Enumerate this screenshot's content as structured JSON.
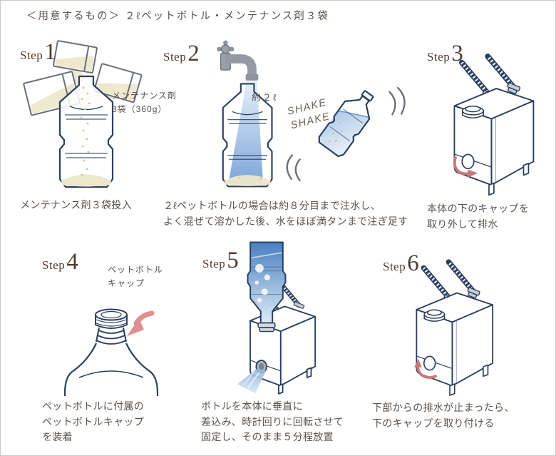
{
  "title": "＜用意するもの＞ ２ℓペットボトル・メンテナンス剤３袋",
  "steps": [
    {
      "prefix": "Step",
      "number": "1",
      "annotation": "メンテナンス剤\n3袋（360g）",
      "caption": "メンテナンス剤３袋投入"
    },
    {
      "prefix": "Step",
      "number": "2",
      "annotation": "約２ℓ",
      "shake": "SHAKE\nSHAKE",
      "caption": "２ℓペットボトルの場合は約８分目まで注水し、\nよく混ぜて溶かした後、水をほぼ満タンまで注ぎ足す"
    },
    {
      "prefix": "Step",
      "number": "3",
      "caption": "本体の下のキャップを\n取り外して排水"
    },
    {
      "prefix": "Step",
      "number": "4",
      "annotation": "ペットボトル\nキャップ",
      "caption": "ペットボトルに付属の\nペットボトルキャップ\nを装着"
    },
    {
      "prefix": "Step",
      "number": "5",
      "caption": "ボトルを本体に垂直に\n差込み、時計回りに回転させて\n固定し、そのまま５分程放置"
    },
    {
      "prefix": "Step",
      "number": "6",
      "caption": "下部からの排水が止まったら、\n下のキャップを取り付ける"
    }
  ],
  "colors": {
    "outline_navy": "#2b3f60",
    "body_text": "#5b524c",
    "step_label": "#4f3b30",
    "water_blue": "#5b8cc8",
    "powder_beige": "#ece6c9",
    "arrow_pink": "#d98585",
    "metal_gray": "#9aa0a8",
    "frame_border": "#c9c9c9"
  }
}
